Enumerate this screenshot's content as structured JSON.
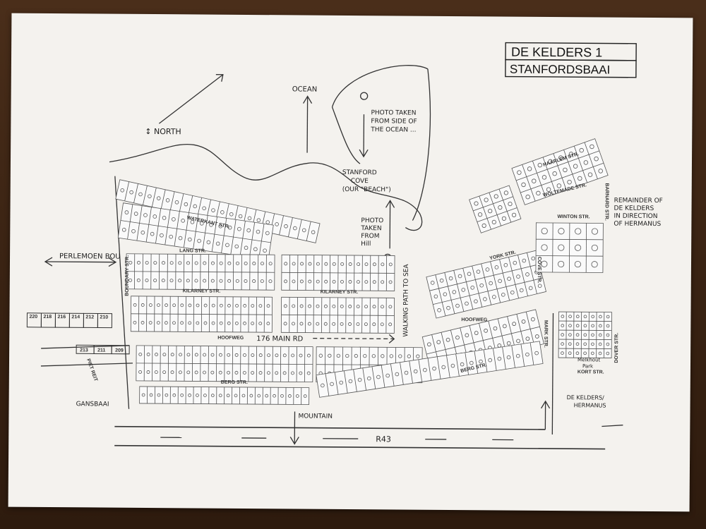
{
  "title": {
    "line1": "DE KELDERS 1",
    "line2": "STANFORDSBAAI"
  },
  "annotations": {
    "north": "↕ NORTH",
    "ocean": "OCEAN",
    "photo_ocean": [
      "PHOTO TAKEN",
      "FROM SIDE OF",
      "THE OCEAN ..."
    ],
    "cove": [
      "STANFORD",
      "COVE",
      "(OUR \"BEACH\")"
    ],
    "photo_hill": [
      "PHOTO",
      "TAKEN",
      "FROM",
      "Hill"
    ],
    "walking_path": "WALKING PATH TO SEA",
    "perlemoen": "PERLEMOEN BOU",
    "main_rd": "176 MAIN RD",
    "mountain": "MOUNTAIN",
    "gansbaai": "GANSBAAI",
    "remainder": [
      "REMAINDER OF",
      "DE KELDERS",
      "IN DIRECTION",
      "OF HERMANUS"
    ],
    "dekelders_hermanus": [
      "DE KELDERS/",
      "HERMANUS"
    ],
    "r43": "R43",
    "melkhout": [
      "Melkhout",
      "Park"
    ]
  },
  "streets": {
    "waterkant": "WATERKANT STR.",
    "lang": "LANG STR.",
    "kilarney1": "KILARNEY STR.",
    "kilarney2": "KILARNEY STR.",
    "hoofweg1": "HOOFWEG",
    "hoofweg2": "HOOFWEG",
    "berg1": "BERG STR.",
    "berg2": "BERG STR.",
    "haarlem": "HAARLEM STR.",
    "woltemade": "WOLTEMADE STR.",
    "winton": "WINTON STR.",
    "york": "YORK STR.",
    "kort": "KORT STR.",
    "dover": "DOVER STR.",
    "mark": "MARK STR.",
    "barnard": "BARNARD STR.",
    "cove": "COVE STR.",
    "boundary": "BOUNDARY STR.",
    "pietrei": "PIET REIT"
  },
  "left_plots": [
    "220",
    "218",
    "216",
    "214",
    "212",
    "210"
  ],
  "lower_plots": [
    "213",
    "211",
    "209"
  ]
}
